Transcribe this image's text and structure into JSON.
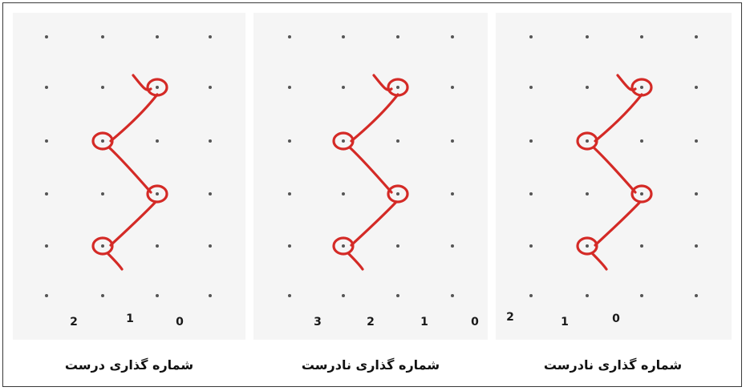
{
  "colors": {
    "stitch": "#d42a26",
    "dot": "#555555",
    "panel": "#f5f5f5",
    "text": "#111111"
  },
  "panels": [
    {
      "numbers": [
        "2",
        "1",
        "0"
      ],
      "caption": "شماره گذاری درست"
    },
    {
      "numbers": [
        "3",
        "2",
        "1",
        "0"
      ],
      "caption": "شماره گذاری نادرست"
    },
    {
      "numbers": [
        "2",
        "1",
        "0"
      ],
      "caption": "شماره گذاری نادرست"
    }
  ]
}
